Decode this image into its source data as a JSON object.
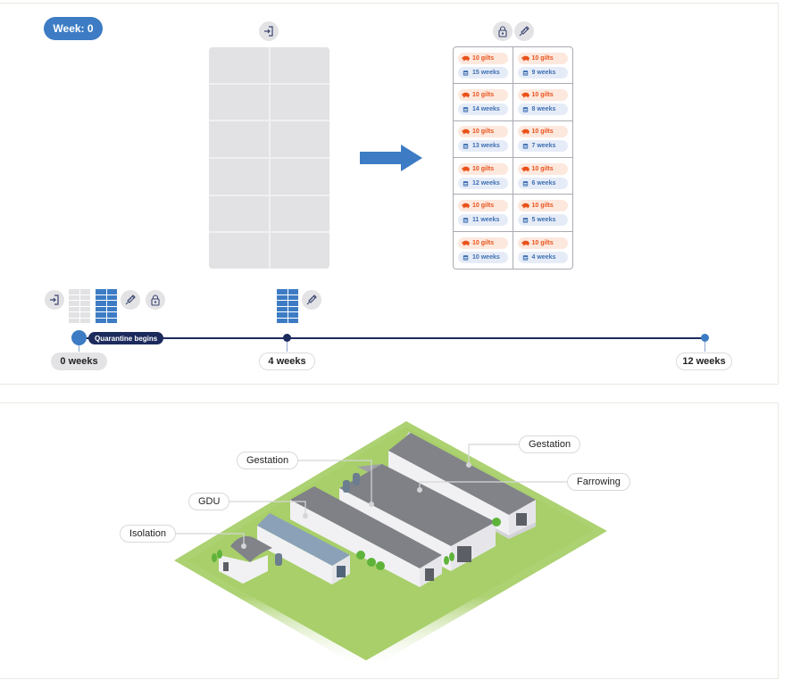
{
  "header": {
    "week_badge": "Week: 0"
  },
  "icons": {
    "entry": "entry-icon",
    "lock": "lock-icon",
    "vaccine": "syringe-icon",
    "pig": "pig-icon",
    "calendar": "calendar-icon",
    "arrow": "arrow-right-icon"
  },
  "pens": [
    {
      "gilts": "10 gilts",
      "weeks": "15 weeks"
    },
    {
      "gilts": "10 gilts",
      "weeks": "9 weeks"
    },
    {
      "gilts": "10 gilts",
      "weeks": "14 weeks"
    },
    {
      "gilts": "10 gilts",
      "weeks": "8 weeks"
    },
    {
      "gilts": "10 gilts",
      "weeks": "13 weeks"
    },
    {
      "gilts": "10 gilts",
      "weeks": "7 weeks"
    },
    {
      "gilts": "10 gilts",
      "weeks": "12 weeks"
    },
    {
      "gilts": "10 gilts",
      "weeks": "6 weeks"
    },
    {
      "gilts": "10 gilts",
      "weeks": "11 weeks"
    },
    {
      "gilts": "10 gilts",
      "weeks": "5 weeks"
    },
    {
      "gilts": "10 gilts",
      "weeks": "10 weeks"
    },
    {
      "gilts": "10 gilts",
      "weeks": "4 weeks"
    }
  ],
  "timeline": {
    "milestones": [
      {
        "label": "0 weeks",
        "event": "Quarantine begins"
      },
      {
        "label": "4 weeks"
      },
      {
        "label": "12 weeks"
      }
    ]
  },
  "farm": {
    "labels": {
      "gestation_1": "Gestation",
      "gestation_2": "Gestation",
      "farrowing": "Farrowing",
      "gdu": "GDU",
      "isolation": "Isolation"
    }
  },
  "colors": {
    "accent_blue": "#3d7cc4",
    "navy": "#1c2a5c",
    "gilts_orange": "#e9531b",
    "grass_green": "#a8cf6a"
  }
}
